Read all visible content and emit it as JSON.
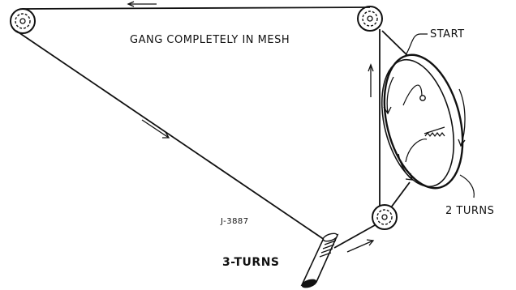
{
  "title": "GANG COMPLETELY IN MESH",
  "labels": {
    "start": "START",
    "dial_turns": "2 TURNS",
    "drawing_number": "J-3887",
    "shaft_turns": "3-TURNS"
  },
  "colors": {
    "ink": "#111111",
    "paper": "#ffffff"
  }
}
